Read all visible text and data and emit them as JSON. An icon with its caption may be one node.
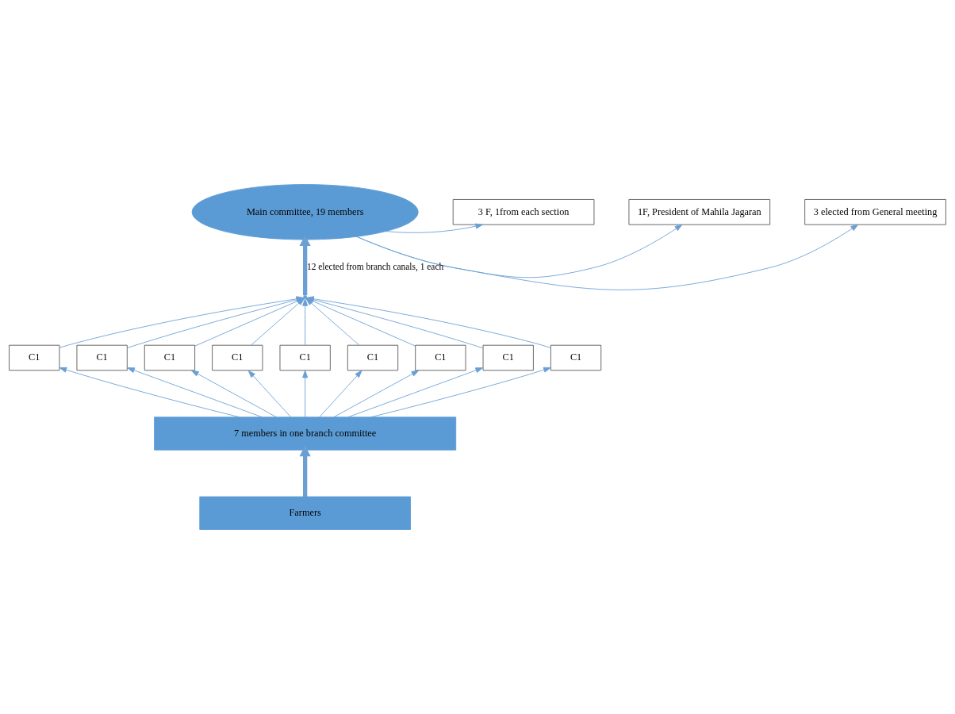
{
  "diagram": {
    "nodes": [
      {
        "text": [
          "Main committee, 19 members"
        ]
      },
      {
        "text": [
          "3 F, 1from each section"
        ]
      },
      {
        "text": [
          "1F, President of Mahila Jagaran"
        ]
      },
      {
        "text": [
          "3 elected from General meeting"
        ]
      },
      {
        "text": [],
        "shape": "point"
      },
      {
        "text": [
          "C1"
        ]
      },
      {
        "text": [
          "C1"
        ]
      },
      {
        "text": [
          "C1"
        ]
      },
      {
        "text": [
          "C1"
        ]
      },
      {
        "text": [
          "C1"
        ]
      },
      {
        "text": [
          "C1"
        ]
      },
      {
        "text": [
          "C1"
        ]
      },
      {
        "text": [
          "C1"
        ]
      },
      {
        "text": [
          "C1"
        ]
      },
      {
        "text": [
          "7 members in one branch committee"
        ]
      },
      {
        "text": [
          "Farmers"
        ]
      }
    ],
    "edges": [
      {
        "from": 0,
        "to": 1,
        "arrow": "to"
      },
      {
        "from": 0,
        "to": 2,
        "arrow": "to"
      },
      {
        "from": 0,
        "to": 3,
        "arrow": "to"
      },
      {
        "from": 4,
        "to": 0,
        "arrow": "to",
        "style": "thick",
        "label": "12 elected from branch canals, 1 each"
      },
      {
        "from": 5,
        "to": 4,
        "arrow": "to"
      },
      {
        "from": 6,
        "to": 4,
        "arrow": "to"
      },
      {
        "from": 7,
        "to": 4,
        "arrow": "to"
      },
      {
        "from": 8,
        "to": 4,
        "arrow": "to"
      },
      {
        "from": 9,
        "to": 4,
        "arrow": "to"
      },
      {
        "from": 10,
        "to": 4,
        "arrow": "to"
      },
      {
        "from": 11,
        "to": 4,
        "arrow": "to"
      },
      {
        "from": 12,
        "to": 4,
        "arrow": "to"
      },
      {
        "from": 13,
        "to": 4,
        "arrow": "to"
      },
      {
        "from": 14,
        "to": 5,
        "arrow": "to"
      },
      {
        "from": 14,
        "to": 6,
        "arrow": "to"
      },
      {
        "from": 14,
        "to": 7,
        "arrow": "to"
      },
      {
        "from": 14,
        "to": 8,
        "arrow": "to"
      },
      {
        "from": 14,
        "to": 9,
        "arrow": "to"
      },
      {
        "from": 14,
        "to": 10,
        "arrow": "to"
      },
      {
        "from": 14,
        "to": 11,
        "arrow": "to"
      },
      {
        "from": 14,
        "to": 12,
        "arrow": "to"
      },
      {
        "from": 14,
        "to": 13,
        "arrow": "to"
      },
      {
        "from": 15,
        "to": 14,
        "arrow": "to",
        "style": "thick"
      }
    ]
  }
}
